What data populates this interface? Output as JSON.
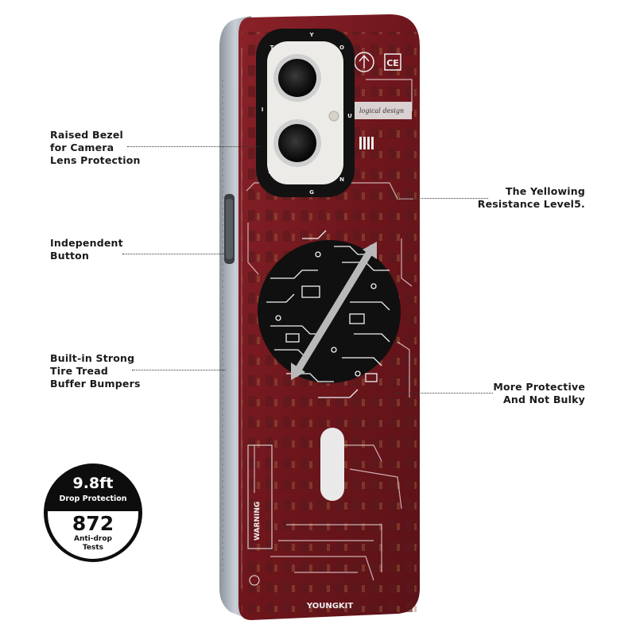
{
  "callouts": {
    "bezel": [
      "Raised Bezel",
      "for Camera",
      "Lens Protection"
    ],
    "button": [
      "Independent",
      "Button"
    ],
    "bumpers": [
      "Built-in Strong",
      "Tire Tread",
      "Buffer Bumpers"
    ],
    "yellowing": [
      "The Yellowing",
      "Resistance Level5."
    ],
    "protective": [
      "More Protective",
      "And Not Bulky"
    ]
  },
  "badge": {
    "drop_height": "9.8ft",
    "drop_label": "Drop Protection",
    "tests_count": "872",
    "tests_label_1": "Anti-drop",
    "tests_label_2": "Tests"
  },
  "case": {
    "brand": "YOUNGKIT",
    "warning": "WARNING",
    "logic_text": "logical design",
    "ring_letters": [
      "Y",
      "O",
      "U",
      "N",
      "G",
      "K",
      "I",
      "T"
    ],
    "ce_mark": "CE",
    "body_color": "#7a1c22",
    "frame_color": "#b9c0c8"
  }
}
